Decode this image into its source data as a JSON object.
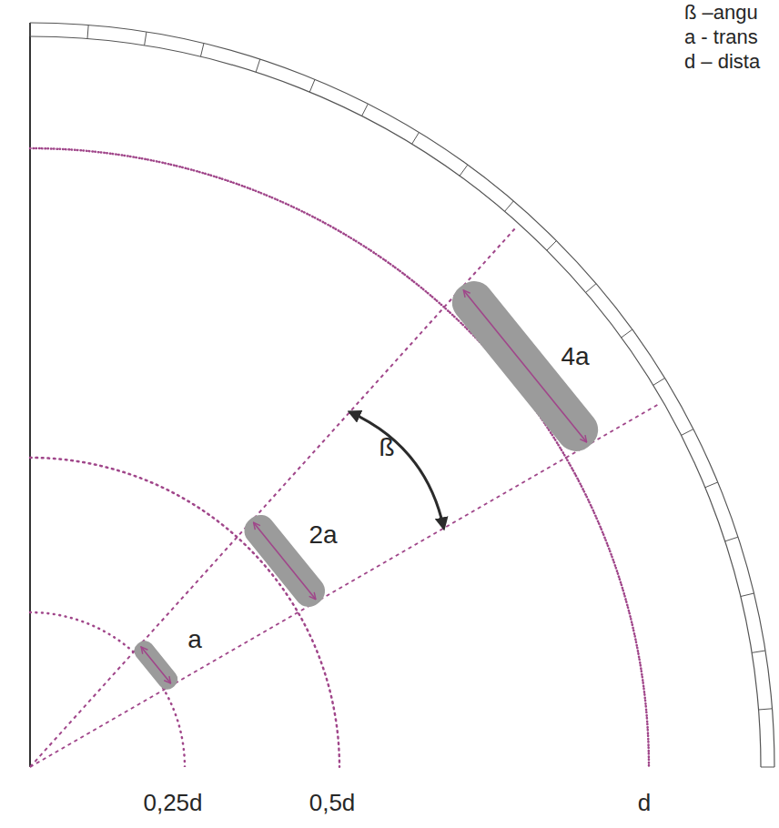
{
  "diagram": {
    "labels": [
      "ß –angu",
      "a - trans",
      "d – dista",
      "4a",
      "ß",
      "2a",
      "a",
      "0,25d",
      "0,5d",
      "d"
    ]
  }
}
